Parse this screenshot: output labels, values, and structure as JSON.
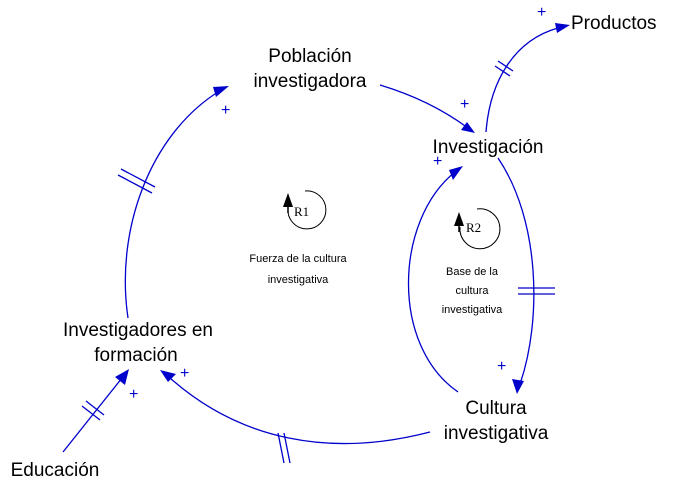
{
  "nodes": {
    "poblacion_line1": "Población",
    "poblacion_line2": "investigadora",
    "investigacion": "Investigación",
    "productos": "Productos",
    "investigadores_line1": "Investigadores en",
    "investigadores_line2": "formación",
    "cultura_line1": "Cultura",
    "cultura_line2": "investigativa",
    "educacion": "Educación"
  },
  "loops": {
    "r1": {
      "id": "R1",
      "caption_line1": "Fuerza de la cultura",
      "caption_line2": "investigativa"
    },
    "r2": {
      "id": "R2",
      "caption_line1": "Base de la",
      "caption_line2": "cultura",
      "caption_line3": "investigativa"
    }
  },
  "polarity": "+",
  "colors": {
    "link": "#0000cc",
    "text": "#000000",
    "background": "#ffffff"
  }
}
